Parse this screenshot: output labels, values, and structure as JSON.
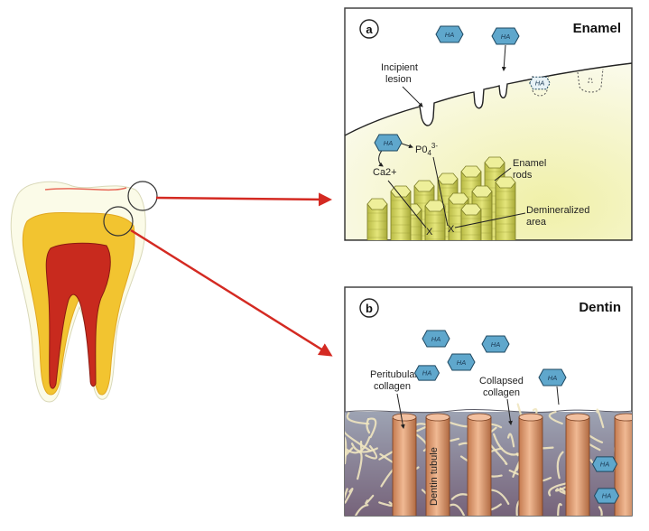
{
  "panel_a": {
    "badge": "a",
    "title": "Enamel",
    "labels": {
      "incipient_1": "Incipient",
      "incipient_2": "lesion",
      "ca": "Ca2+",
      "po4": "P0",
      "po4_sub": "4",
      "po4_sup": "3-",
      "rods_1": "Enamel",
      "rods_2": "rods",
      "demin_1": "Demineralized",
      "demin_2": "area",
      "x": "X"
    }
  },
  "panel_b": {
    "badge": "b",
    "title": "Dentin",
    "labels": {
      "peri_1": "Peritubular",
      "peri_2": "collagen",
      "coll_1": "Collapsed",
      "coll_2": "collagen",
      "tubule": "Dentin tubule"
    }
  },
  "ha_label": "HA",
  "colors": {
    "ha_fill": "#5fa7cc",
    "arrow": "#d42a22",
    "enamel": "#fafae0",
    "dentin_tooth": "#f2c430",
    "pulp": "#c82a1e",
    "rods": "#d8d96a",
    "tubule": "#e0a07a",
    "dentin_matrix": "#8e8a96"
  }
}
